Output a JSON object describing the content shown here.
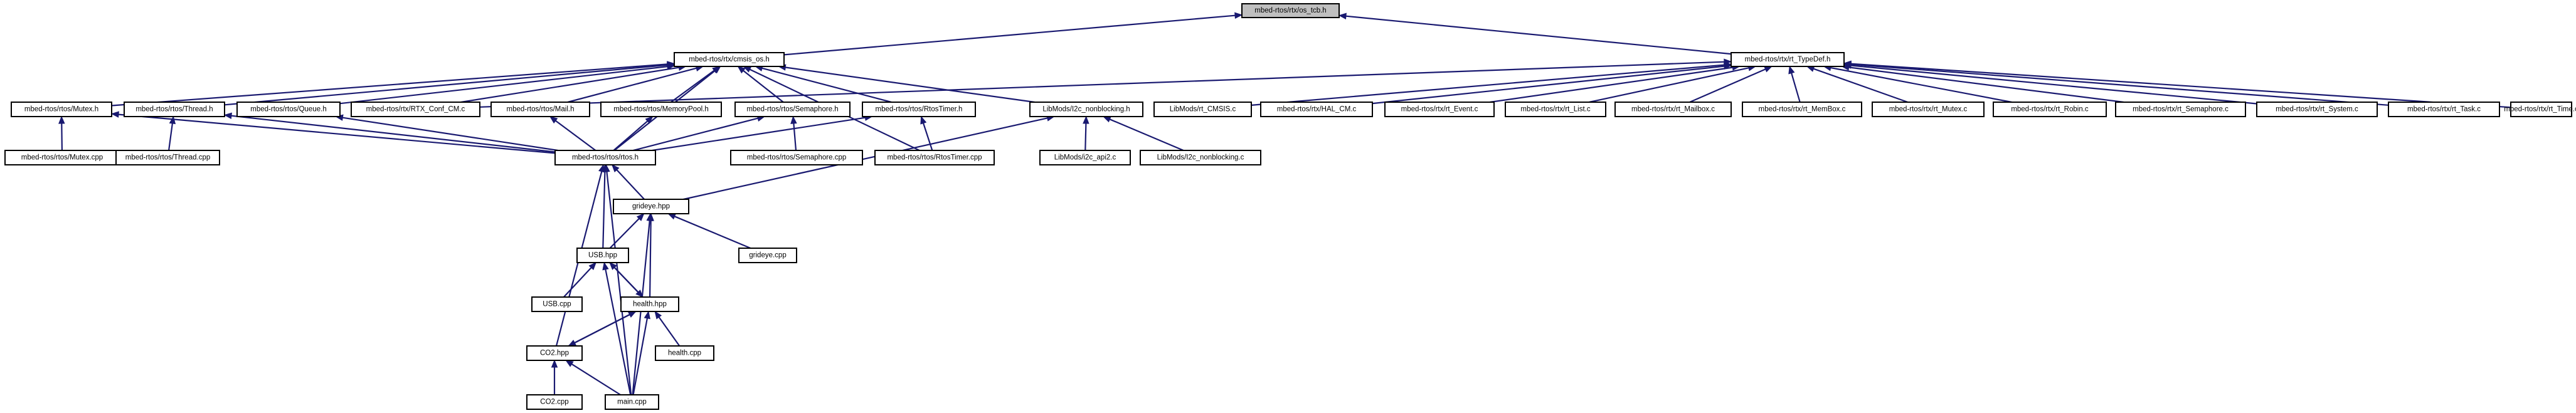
{
  "diagram": {
    "root": "mbed-rtos/rtx/os_tcb.h",
    "nodes": [
      {
        "id": "os_tcb",
        "label": "mbed-rtos/rtx/os_tcb.h"
      },
      {
        "id": "cmsis_os",
        "label": "mbed-rtos/rtx/cmsis_os.h"
      },
      {
        "id": "rt_typedef",
        "label": "mbed-rtos/rtx/rt_TypeDef.h"
      },
      {
        "id": "mutex_h",
        "label": "mbed-rtos/rtos/Mutex.h"
      },
      {
        "id": "thread_h",
        "label": "mbed-rtos/rtos/Thread.h"
      },
      {
        "id": "queue_h",
        "label": "mbed-rtos/rtos/Queue.h"
      },
      {
        "id": "rtx_conf",
        "label": "mbed-rtos/rtx/RTX_Conf_CM.c"
      },
      {
        "id": "mail_h",
        "label": "mbed-rtos/rtos/Mail.h"
      },
      {
        "id": "mempool_h",
        "label": "mbed-rtos/rtos/MemoryPool.h"
      },
      {
        "id": "sema_h",
        "label": "mbed-rtos/rtos/Semaphore.h"
      },
      {
        "id": "rtostimer_h",
        "label": "mbed-rtos/rtos/RtosTimer.h"
      },
      {
        "id": "i2c_nb_h",
        "label": "LibMods/I2c_nonblocking.h"
      },
      {
        "id": "rt_cmsis",
        "label": "LibMods/rt_CMSIS.c"
      },
      {
        "id": "hal_cm",
        "label": "mbed-rtos/rtx/HAL_CM.c"
      },
      {
        "id": "rt_event",
        "label": "mbed-rtos/rtx/rt_Event.c"
      },
      {
        "id": "rt_list",
        "label": "mbed-rtos/rtx/rt_List.c"
      },
      {
        "id": "rt_mailbox",
        "label": "mbed-rtos/rtx/rt_Mailbox.c"
      },
      {
        "id": "rt_membox",
        "label": "mbed-rtos/rtx/rt_MemBox.c"
      },
      {
        "id": "rt_mutex",
        "label": "mbed-rtos/rtx/rt_Mutex.c"
      },
      {
        "id": "rt_robin",
        "label": "mbed-rtos/rtx/rt_Robin.c"
      },
      {
        "id": "rt_sema",
        "label": "mbed-rtos/rtx/rt_Semaphore.c"
      },
      {
        "id": "rt_system",
        "label": "mbed-rtos/rtx/rt_System.c"
      },
      {
        "id": "rt_task",
        "label": "mbed-rtos/rtx/rt_Task.c"
      },
      {
        "id": "rt_time",
        "label": "mbed-rtos/rtx/rt_Time.c"
      },
      {
        "id": "mutex_cpp",
        "label": "mbed-rtos/rtos/Mutex.cpp"
      },
      {
        "id": "thread_cpp",
        "label": "mbed-rtos/rtos/Thread.cpp"
      },
      {
        "id": "rtos_h",
        "label": "mbed-rtos/rtos/rtos.h"
      },
      {
        "id": "sema_cpp",
        "label": "mbed-rtos/rtos/Semaphore.cpp"
      },
      {
        "id": "rtostimer_cpp",
        "label": "mbed-rtos/rtos/RtosTimer.cpp"
      },
      {
        "id": "i2c_api2",
        "label": "LibMods/i2c_api2.c"
      },
      {
        "id": "i2c_nb_c",
        "label": "LibMods/I2c_nonblocking.c"
      },
      {
        "id": "grideye_hpp",
        "label": "grideye.hpp"
      },
      {
        "id": "grideye_cpp",
        "label": "grideye.cpp"
      },
      {
        "id": "usb_hpp",
        "label": "USB.hpp"
      },
      {
        "id": "usb_cpp",
        "label": "USB.cpp"
      },
      {
        "id": "health_hpp",
        "label": "health.hpp"
      },
      {
        "id": "health_cpp",
        "label": "health.cpp"
      },
      {
        "id": "co2_hpp",
        "label": "CO2.hpp"
      },
      {
        "id": "co2_cpp",
        "label": "CO2.cpp"
      },
      {
        "id": "main_cpp",
        "label": "main.cpp"
      }
    ],
    "edges": [
      [
        "cmsis_os",
        "os_tcb"
      ],
      [
        "rt_typedef",
        "os_tcb"
      ],
      [
        "mutex_h",
        "cmsis_os"
      ],
      [
        "thread_h",
        "cmsis_os"
      ],
      [
        "queue_h",
        "cmsis_os"
      ],
      [
        "rtx_conf",
        "cmsis_os"
      ],
      [
        "mail_h",
        "cmsis_os"
      ],
      [
        "mempool_h",
        "cmsis_os"
      ],
      [
        "sema_h",
        "cmsis_os"
      ],
      [
        "rtostimer_h",
        "cmsis_os"
      ],
      [
        "rtostimer_cpp",
        "cmsis_os"
      ],
      [
        "rtos_h",
        "cmsis_os"
      ],
      [
        "i2c_nb_h",
        "cmsis_os"
      ],
      [
        "rtx_conf",
        "rt_typedef"
      ],
      [
        "rt_cmsis",
        "rt_typedef"
      ],
      [
        "hal_cm",
        "rt_typedef"
      ],
      [
        "rt_event",
        "rt_typedef"
      ],
      [
        "rt_list",
        "rt_typedef"
      ],
      [
        "rt_mailbox",
        "rt_typedef"
      ],
      [
        "rt_membox",
        "rt_typedef"
      ],
      [
        "rt_mutex",
        "rt_typedef"
      ],
      [
        "rt_robin",
        "rt_typedef"
      ],
      [
        "rt_sema",
        "rt_typedef"
      ],
      [
        "rt_system",
        "rt_typedef"
      ],
      [
        "rt_task",
        "rt_typedef"
      ],
      [
        "rt_time",
        "rt_typedef"
      ],
      [
        "mutex_cpp",
        "mutex_h"
      ],
      [
        "thread_cpp",
        "thread_h"
      ],
      [
        "rtos_h",
        "mutex_h"
      ],
      [
        "rtos_h",
        "thread_h"
      ],
      [
        "rtos_h",
        "queue_h"
      ],
      [
        "rtos_h",
        "mail_h"
      ],
      [
        "rtos_h",
        "mempool_h"
      ],
      [
        "rtos_h",
        "sema_h"
      ],
      [
        "rtos_h",
        "rtostimer_h"
      ],
      [
        "sema_cpp",
        "sema_h"
      ],
      [
        "rtostimer_cpp",
        "rtostimer_h"
      ],
      [
        "i2c_api2",
        "i2c_nb_h"
      ],
      [
        "i2c_nb_c",
        "i2c_nb_h"
      ],
      [
        "grideye_hpp",
        "i2c_nb_h"
      ],
      [
        "grideye_hpp",
        "rtos_h"
      ],
      [
        "usb_hpp",
        "rtos_h"
      ],
      [
        "co2_hpp",
        "rtos_h"
      ],
      [
        "main_cpp",
        "rtos_h"
      ],
      [
        "grideye_cpp",
        "grideye_hpp"
      ],
      [
        "usb_hpp",
        "grideye_hpp"
      ],
      [
        "health_hpp",
        "grideye_hpp"
      ],
      [
        "main_cpp",
        "grideye_hpp"
      ],
      [
        "usb_cpp",
        "usb_hpp"
      ],
      [
        "health_hpp",
        "usb_hpp"
      ],
      [
        "main_cpp",
        "usb_hpp"
      ],
      [
        "usb_hpp",
        "health_hpp"
      ],
      [
        "health_cpp",
        "health_hpp"
      ],
      [
        "co2_hpp",
        "health_hpp"
      ],
      [
        "main_cpp",
        "health_hpp"
      ],
      [
        "health_hpp",
        "co2_hpp"
      ],
      [
        "co2_cpp",
        "co2_hpp"
      ],
      [
        "main_cpp",
        "co2_hpp"
      ]
    ]
  }
}
